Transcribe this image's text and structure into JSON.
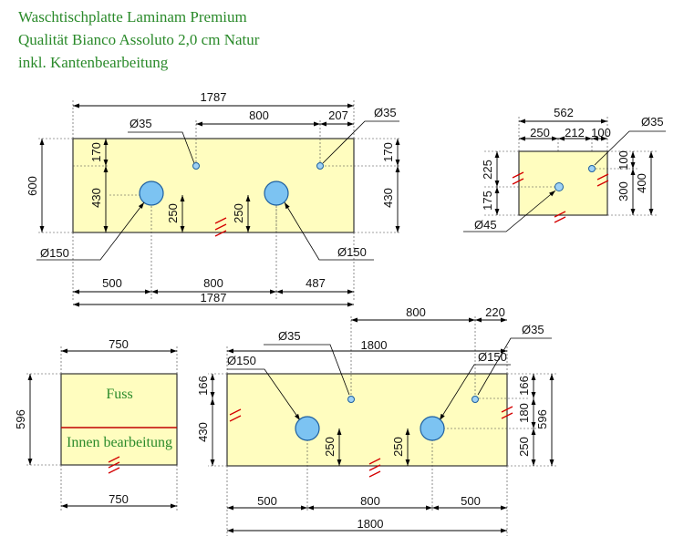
{
  "title": {
    "line1": "Waschtischplatte Laminam Premium",
    "line2": "Qualität Bianco Assoluto 2,0 cm Natur",
    "line3": "inkl. Kantenbearbeitung"
  },
  "panel_top_left": {
    "width_top": "1787",
    "hole_spacing_top": "800",
    "right_offset_top": "207",
    "diam_small_left": "Ø35",
    "diam_small_right": "Ø35",
    "height": "600",
    "left_170": "170",
    "left_430": "430",
    "right_170": "170",
    "right_430": "430",
    "hole_depth_left": "250",
    "hole_depth_right": "250",
    "diam_big_left": "Ø150",
    "diam_big_right": "Ø150",
    "bottom_500": "500",
    "bottom_800": "800",
    "bottom_487": "487",
    "width_bottom": "1787"
  },
  "panel_top_right": {
    "width": "562",
    "seg_250": "250",
    "seg_212": "212",
    "seg_100": "100",
    "diam_small": "Ø35",
    "left_225": "225",
    "left_175": "175",
    "right_100": "100",
    "right_300": "300",
    "right_400": "400",
    "diam_45": "Ø45"
  },
  "panel_bottom_left": {
    "width_top": "750",
    "height": "596",
    "label_fuss": "Fuss",
    "label_innen": "Innen bearbeitung",
    "width_bottom": "750"
  },
  "panel_bottom_right": {
    "spacing_800": "800",
    "offset_220": "220",
    "diam_small_right": "Ø35",
    "diam_small_left": "Ø35",
    "width_top": "1800",
    "diam_big_left": "Ø150",
    "diam_big_right": "Ø150",
    "left_166": "166",
    "left_430": "430",
    "right_166": "166",
    "right_180": "180",
    "right_250": "250",
    "right_596": "596",
    "hole_depth_left": "250",
    "hole_depth_right": "250",
    "bottom_500_left": "500",
    "bottom_800": "800",
    "bottom_500_right": "500",
    "width_bottom": "1800"
  },
  "colors": {
    "plate_fill": "#fffdbf",
    "hole_fill": "#7cc3f2",
    "title_text": "#2a8a2a",
    "edge_mark": "#c00000"
  }
}
